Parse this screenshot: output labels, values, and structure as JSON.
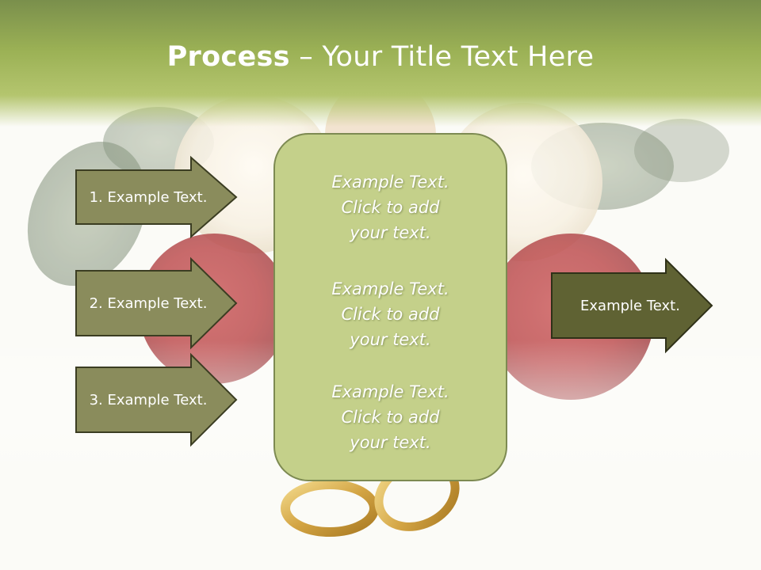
{
  "title": {
    "bold": "Process",
    "rest": " – Your Title Text Here"
  },
  "left_arrows": [
    {
      "label": "1. Example Text."
    },
    {
      "label": "2. Example Text."
    },
    {
      "label": "3. Example Text."
    }
  ],
  "center_box": {
    "paragraphs": [
      "Example Text.\nClick  to add\nyour text.",
      "Example Text.\nClick  to add\nyour text.",
      "Example Text.\nClick  to add\nyour text."
    ]
  },
  "right_arrow": {
    "label": "Example Text."
  },
  "colors": {
    "header": "#9bb155",
    "arrow_fill": "#8a8c5c",
    "arrow_border": "#3b3d22",
    "right_arrow_fill": "#5f6233",
    "box_fill": "#c4d08a",
    "box_border": "#7d8a52"
  },
  "background_image": {
    "subject": "roses and wedding rings"
  }
}
